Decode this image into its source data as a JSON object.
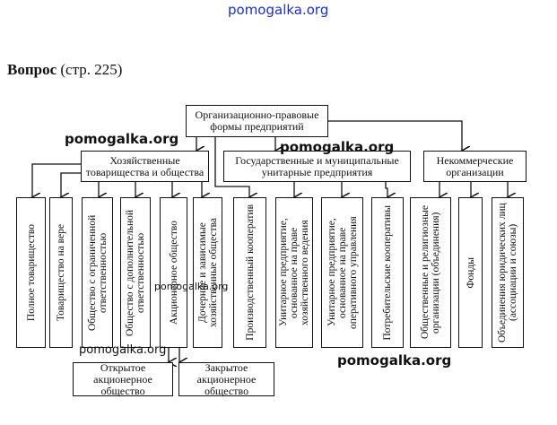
{
  "watermark": "pomogalka.org",
  "heading": {
    "bold": "Вопрос",
    "rest": " (стр. 225)"
  },
  "root": "Организационно-правовые формы предприятий",
  "groups": [
    "Хозяйственные товарищества и общества",
    "Государственные и муниципальные унитарные предприятия",
    "Некоммерческие организации"
  ],
  "forms": [
    "Полное товарищество",
    "Товарищество на вере",
    "Общество с ограниченной ответственностью",
    "Общество с дополнительной ответственностью",
    "Акционерное общество",
    "Дочерние и зависимые хозяйственные общества",
    "Производственный кооператив",
    "Унитарное предприятие, основанное на праве хозяйственного ведения",
    "Унитарное предприятие, основанное на праве оперативного управления",
    "Потребительские кооперативы",
    "Общественные и религиозные организации (объединения)",
    "Фонды",
    "Объединения юридических лиц (ассоциации и союзы)"
  ],
  "subforms": [
    "Открытое акционерное общество",
    "Закрытое акционерное общество"
  ]
}
